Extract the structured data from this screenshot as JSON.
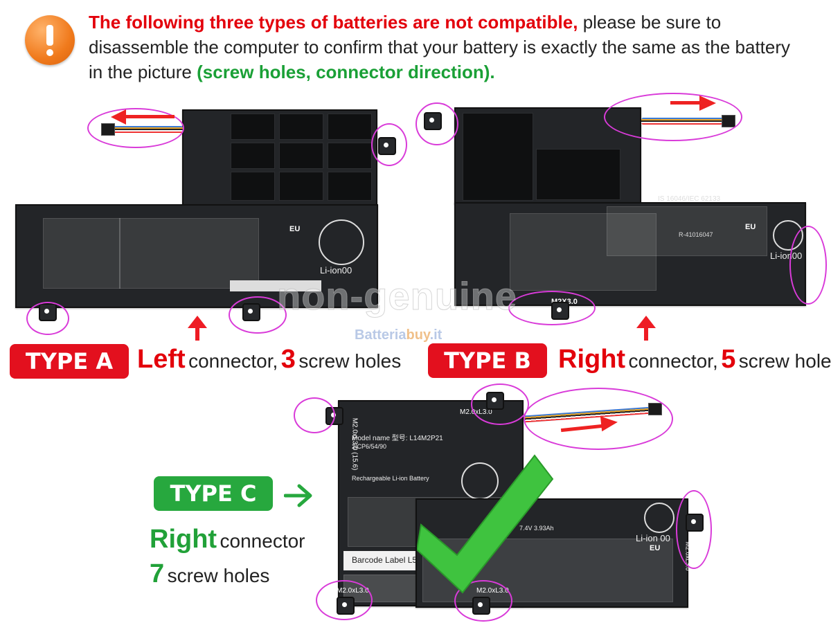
{
  "header": {
    "warning_icon": "exclamation-circle-icon",
    "lead_red": "The following three types of batteries are not compatible,",
    "lead_rest": "please be sure to disassemble the computer to confirm that your battery is exactly the same as the battery in the picture",
    "highlight_green": "(screw holes, connector direction)."
  },
  "watermark": "non-genuine",
  "site": {
    "part1": "Batteria",
    "part2": "buy",
    "part3": ".it"
  },
  "types": [
    {
      "badge": "TYPE A",
      "side": "Left",
      "side_suffix": "connector,",
      "count": "3",
      "count_suffix": "screw holes",
      "color": "#e3101e"
    },
    {
      "badge": "TYPE B",
      "side": "Right",
      "side_suffix": "connector,",
      "count": "5",
      "count_suffix": "screw holes",
      "color": "#e3101e"
    },
    {
      "badge": "TYPE C",
      "side": "Right",
      "side_suffix": "connector",
      "count": "7",
      "count_suffix": "screw holes",
      "color": "#27a83e"
    }
  ],
  "battery_labels": {
    "a": {
      "type": "Li-ion00",
      "eu": "EU"
    },
    "b": {
      "iec": "IS 16046/IEC 62133",
      "r_code": "R-41016047",
      "type": "Li-ion00",
      "eu": "EU",
      "m_code": "M2X3.0"
    },
    "c": {
      "model": "Model name 型号: L14M2P21",
      "rating": "2ICP6/54/90",
      "m_top": "M2.0xL3.0",
      "m_side": "M2.0xL3.0 (15.6)",
      "barcode": "Barcode Label L55xW6mm",
      "rechargeable": "Rechargeable Li-ion Battery",
      "m_bl": "M2.0xL3.0",
      "m_bm": "M2.0xL3.0",
      "m_right": "M2.0xL3.0",
      "type": "Li-ion 00",
      "eu": "EU",
      "volt": "7.4V 3.93Ah"
    }
  },
  "colors": {
    "red": "#e3000b",
    "green": "#1aa036",
    "oval": "#d93bd9",
    "orange": "#f07a1c"
  }
}
